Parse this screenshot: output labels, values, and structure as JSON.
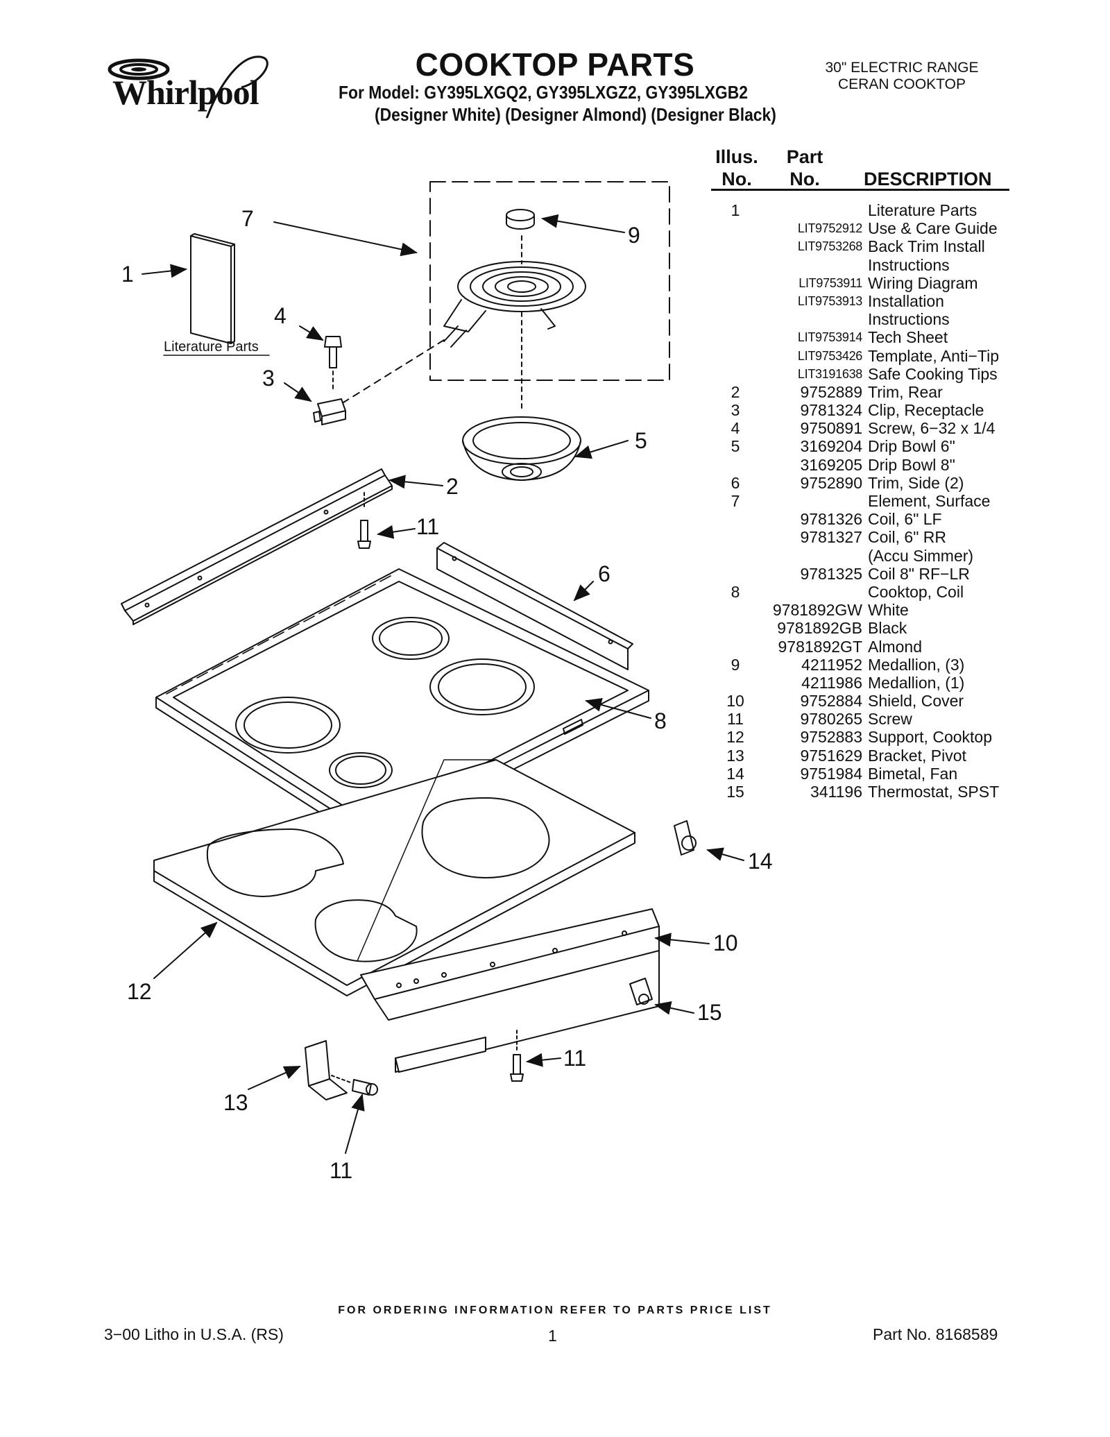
{
  "header": {
    "brand": "Whirlpool",
    "title": "COOKTOP PARTS",
    "models": "For Model: GY395LXGQ2, GY395LXGZ2, GY395LXGB2",
    "colors": "(Designer White) (Designer Almond) (Designer Black)",
    "range_line1": "30\" ELECTRIC RANGE",
    "range_line2": "CERAN COOKTOP"
  },
  "table_header": {
    "illus_1": "Illus.",
    "illus_2": "No.",
    "part_1": "Part",
    "part_2": "No.",
    "description": "DESCRIPTION"
  },
  "parts": [
    {
      "illus": "1",
      "part": "",
      "desc": "Literature Parts"
    },
    {
      "illus": "",
      "part": "LIT9752912",
      "desc": "Use & Care Guide"
    },
    {
      "illus": "",
      "part": "LIT9753268",
      "desc": "Back Trim Install"
    },
    {
      "illus": "",
      "part": "",
      "desc": "Instructions"
    },
    {
      "illus": "",
      "part": "LIT9753911",
      "desc": "Wiring Diagram"
    },
    {
      "illus": "",
      "part": "LIT9753913",
      "desc": "Installation"
    },
    {
      "illus": "",
      "part": "",
      "desc": "Instructions"
    },
    {
      "illus": "",
      "part": "LIT9753914",
      "desc": "Tech Sheet"
    },
    {
      "illus": "",
      "part": "LIT9753426",
      "desc": "Template, Anti−Tip"
    },
    {
      "illus": "",
      "part": "LIT3191638",
      "desc": "Safe Cooking Tips"
    },
    {
      "illus": "2",
      "part": "9752889",
      "desc": "Trim, Rear"
    },
    {
      "illus": "3",
      "part": "9781324",
      "desc": "Clip, Receptacle"
    },
    {
      "illus": "4",
      "part": "9750891",
      "desc": "Screw, 6−32 x 1/4"
    },
    {
      "illus": "5",
      "part": "3169204",
      "desc": "Drip Bowl 6\""
    },
    {
      "illus": "",
      "part": "3169205",
      "desc": "Drip Bowl 8\""
    },
    {
      "illus": "6",
      "part": "9752890",
      "desc": "Trim, Side (2)"
    },
    {
      "illus": "7",
      "part": "",
      "desc": "Element, Surface"
    },
    {
      "illus": "",
      "part": "9781326",
      "desc": "Coil, 6\" LF"
    },
    {
      "illus": "",
      "part": "9781327",
      "desc": "Coil, 6\" RR"
    },
    {
      "illus": "",
      "part": "",
      "desc": "(Accu Simmer)"
    },
    {
      "illus": "",
      "part": "9781325",
      "desc": "Coil 8\" RF−LR"
    },
    {
      "illus": "8",
      "part": "",
      "desc": "Cooktop, Coil"
    },
    {
      "illus": "",
      "part": "9781892GW",
      "desc": "White"
    },
    {
      "illus": "",
      "part": "9781892GB",
      "desc": "Black"
    },
    {
      "illus": "",
      "part": "9781892GT",
      "desc": "Almond"
    },
    {
      "illus": "9",
      "part": "4211952",
      "desc": "Medallion, (3)"
    },
    {
      "illus": "",
      "part": "4211986",
      "desc": "Medallion, (1)"
    },
    {
      "illus": "10",
      "part": "9752884",
      "desc": "Shield, Cover"
    },
    {
      "illus": "11",
      "part": "9780265",
      "desc": "Screw"
    },
    {
      "illus": "12",
      "part": "9752883",
      "desc": "Support, Cooktop"
    },
    {
      "illus": "13",
      "part": "9751629",
      "desc": "Bracket, Pivot"
    },
    {
      "illus": "14",
      "part": "9751984",
      "desc": "Bimetal, Fan"
    },
    {
      "illus": "15",
      "part": "341196",
      "desc": "Thermostat, SPST"
    }
  ],
  "diagram": {
    "literature_label": "Literature Parts",
    "callouts": {
      "c1": "1",
      "c2": "2",
      "c3": "3",
      "c4": "4",
      "c5": "5",
      "c6": "6",
      "c7": "7",
      "c8": "8",
      "c9": "9",
      "c10": "10",
      "c11a": "11",
      "c11b": "11",
      "c11c": "11",
      "c12": "12",
      "c13": "13",
      "c14": "14",
      "c15": "15"
    }
  },
  "footer": {
    "ordering_note": "FOR ORDERING INFORMATION REFER TO PARTS PRICE LIST",
    "litho": "3−00 Litho in U.S.A. (RS)",
    "page": "1",
    "part_no": "Part No. 8168589"
  }
}
